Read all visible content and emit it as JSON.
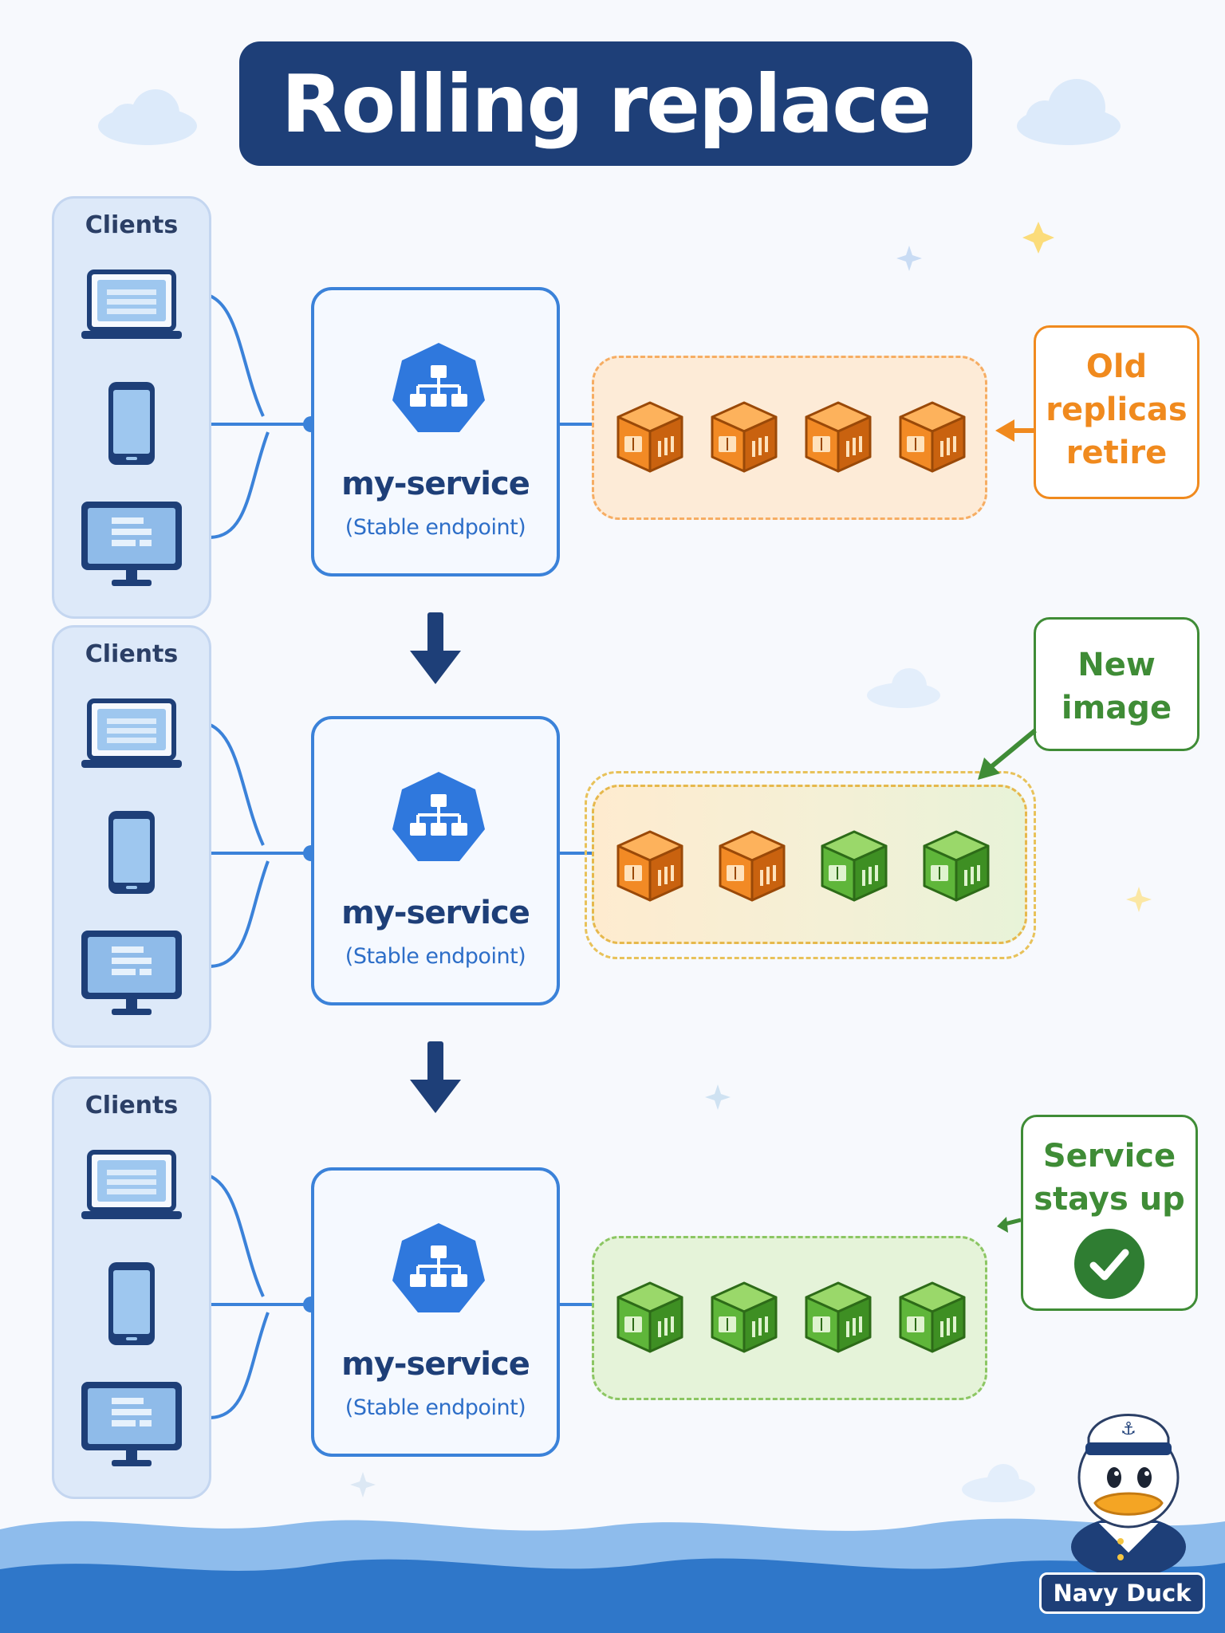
{
  "title": "Rolling replace",
  "stages": [
    {
      "clients_label": "Clients",
      "service_name": "my-service",
      "service_subtitle": "(Stable endpoint)",
      "replicas": [
        "old",
        "old",
        "old",
        "old"
      ],
      "note": {
        "lines": [
          "Old",
          "replicas",
          "retire"
        ],
        "color": "#f08a1e"
      }
    },
    {
      "clients_label": "Clients",
      "service_name": "my-service",
      "service_subtitle": "(Stable endpoint)",
      "replicas": [
        "old",
        "old",
        "new",
        "new"
      ],
      "note": {
        "lines": [
          "New",
          "image"
        ],
        "color": "#3f8c36"
      }
    },
    {
      "clients_label": "Clients",
      "service_name": "my-service",
      "service_subtitle": "(Stable endpoint)",
      "replicas": [
        "new",
        "new",
        "new",
        "new"
      ],
      "note": {
        "lines": [
          "Service",
          "stays up"
        ],
        "color": "#3f8c36",
        "check": true
      }
    }
  ],
  "client_devices": [
    "laptop-icon",
    "phone-icon",
    "desktop-icon"
  ],
  "brand": "Navy Duck",
  "colors": {
    "navy": "#1e3f78",
    "service_blue": "#3b82d9",
    "old_replica": "#f28a25",
    "new_replica": "#5fb63a",
    "ocean": "#2f77c9"
  }
}
